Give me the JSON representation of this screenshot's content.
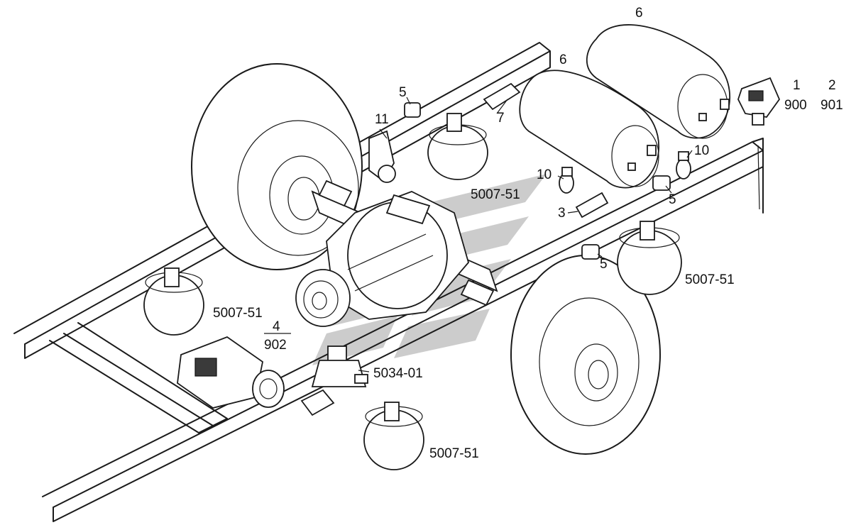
{
  "labels": {
    "l1": "1",
    "l2": "2",
    "l900": "900",
    "l901": "901",
    "l3": "3",
    "l4": "4",
    "l902": "902",
    "l5a": "5",
    "l5b": "5",
    "l5c": "5",
    "l6a": "6",
    "l6b": "6",
    "l7": "7",
    "l10a": "10",
    "l10b": "10",
    "l11": "11",
    "s5007a": "5007-51",
    "s5007b": "5007-51",
    "s5007c": "5007-51",
    "s5007d": "5007-51",
    "s5034": "5034-01"
  },
  "colors": {
    "line": "#1a1a1a",
    "watermark": "#b8b8b8"
  },
  "icons": {
    "watermark": "chevron-stripes-logo"
  }
}
